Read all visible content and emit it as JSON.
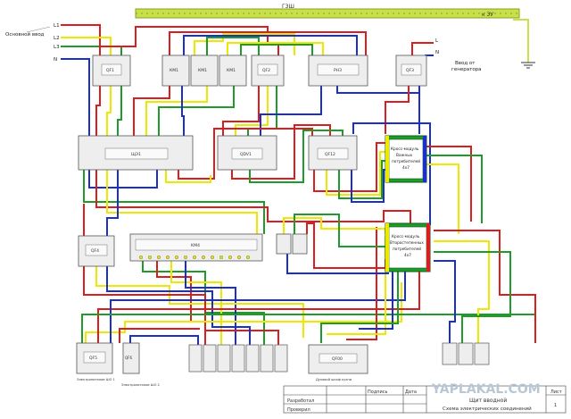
{
  "palette": {
    "phase_l1": "#d81e1e",
    "phase_l2": "#ece800",
    "phase_l3": "#1e9b2a",
    "neutral": "#1c2fc8",
    "pe_bus": "#c9e04a",
    "device_fill": "#eeeeee",
    "device_stroke": "#555555",
    "cross_fill": "#1e9b2a",
    "watermark": "#b8c7d6"
  },
  "inputs": {
    "l1": "L1",
    "l2": "L2",
    "l3": "L3",
    "n": "N",
    "main_label": "Основной ввод"
  },
  "generator": {
    "l": "L",
    "n": "N",
    "label_line1": "Ввод от",
    "label_line2": "генератора"
  },
  "pe_bus": {
    "label": "ГЗШ",
    "ground_label": "к ЗУ"
  },
  "devices": {
    "qf1": "QF1",
    "km1": "КМ1",
    "km2": "КМ1",
    "km3": "КМ1",
    "qf2": "QF2",
    "rvs": "РНЗ",
    "qf3": "QF3",
    "ats": "ЩЭ1",
    "relay": "QDV1",
    "qf12": "QF12",
    "qf4": "QF4",
    "km4": "КМ4",
    "qf5": "QF5",
    "qf6": "QF6",
    "rcd": "QF00"
  },
  "cross_modules": {
    "top_line1": "Кросс-модуль",
    "top_line2": "Важных",
    "top_line3": "потребителей",
    "top_line4": "4x7",
    "bottom_line1": "Кросс-модуль",
    "bottom_line2": "Второстепенных",
    "bottom_line3": "потребителей",
    "bottom_line4": "4x7"
  },
  "bottom_labels": {
    "qf5_caption": "Электропитание ШО 1",
    "qf6_caption": "Электропитание ШО 2",
    "rcd_caption": "Духовой шкаф кухни"
  },
  "title_block": {
    "row1_col1": "Разработал",
    "row2_col1": "Проверил",
    "sign_label": "Подпись",
    "date_label": "Дата",
    "title_line1": "Щит вводной",
    "title_line2": "Схема электрических соединений",
    "sheet_label": "Лист",
    "sheet_value": "1"
  },
  "watermark": "YAPLAKAL.COM"
}
